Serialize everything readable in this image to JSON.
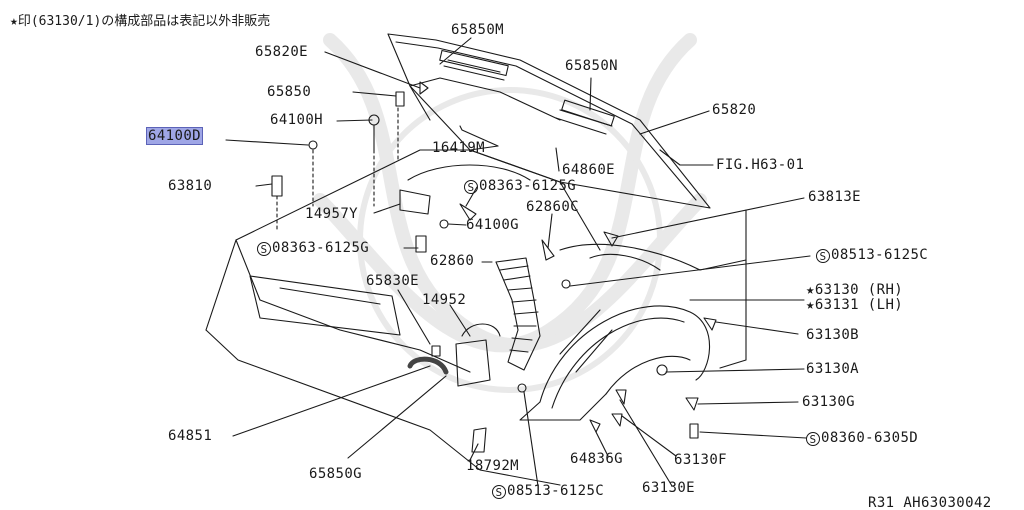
{
  "header_note": "★印(63130/1)の構成部品は表記以外非販売",
  "footer_ref": "R31  AH63030042",
  "selected_part": "64100D",
  "service_symbol": "S",
  "callouts": {
    "p65850M": "65850M",
    "p65820E": "65820E",
    "p65850N": "65850N",
    "p65850": "65850",
    "p64100H": "64100H",
    "p65820": "65820",
    "p64100D": "64100D",
    "p16419M": "16419M",
    "p64860E": "64860E",
    "pFIG": "FIG.H63-01",
    "p63810": "63810",
    "s08363a": "08363-6125G",
    "p14957Y": "14957Y",
    "p62860C": "62860C",
    "p63813E": "63813E",
    "p64100G": "64100G",
    "s08363b": "08363-6125G",
    "s08513a": "08513-6125C",
    "p62860": "62860",
    "p63130": "★63130 (RH)",
    "p63131": "★63131 (LH)",
    "p65830E": "65830E",
    "p14952": "14952",
    "p63130B": "63130B",
    "p63130A": "63130A",
    "p63130G": "63130G",
    "p64851": "64851",
    "s08360": "08360-6305D",
    "p65850G": "65850G",
    "p18792M": "18792M",
    "p64836G": "64836G",
    "p63130F": "63130F",
    "s08513b": "08513-6125C",
    "p63130E": "63130E"
  }
}
